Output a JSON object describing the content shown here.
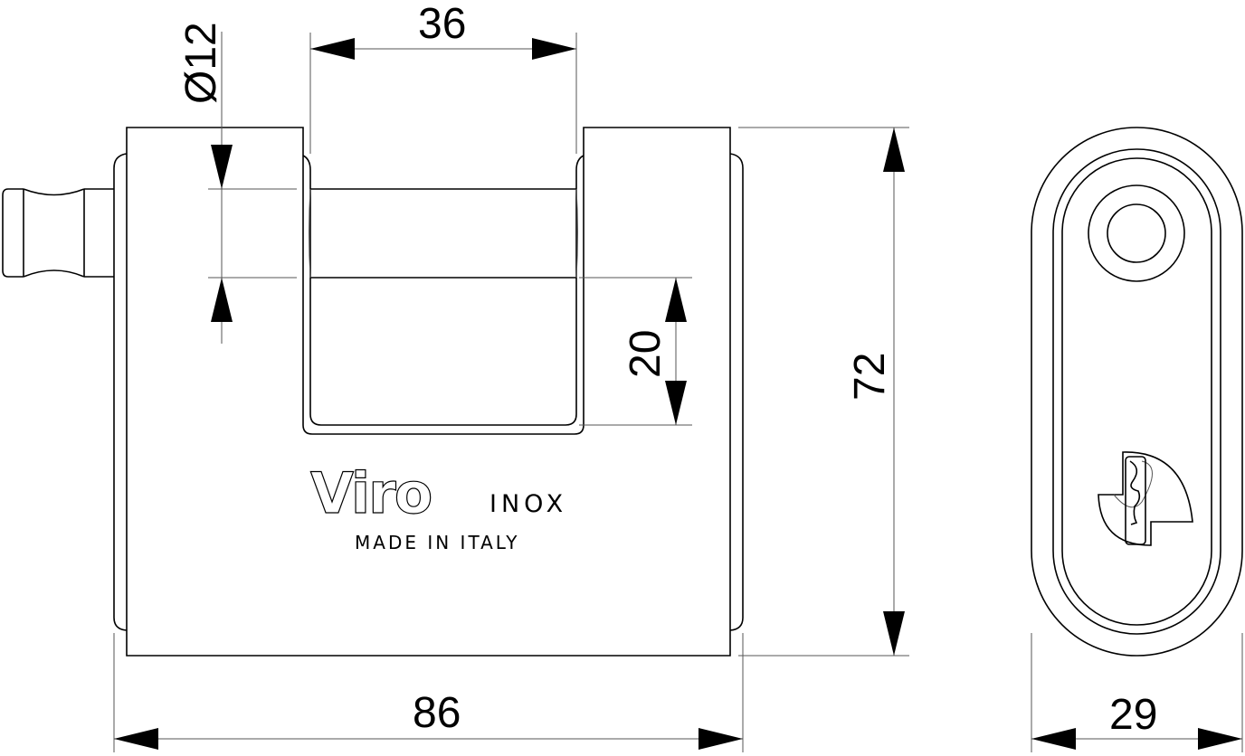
{
  "drawing": {
    "subject": "Padlock technical drawing",
    "front_view": {
      "brand": "Viro",
      "material_label": "INOX",
      "origin_label": "MADE IN ITALY"
    },
    "dimensions": {
      "shackle_diameter": "Ø12",
      "shackle_inner_width": "36",
      "shackle_clearance": "20",
      "body_height": "72",
      "body_width": "86",
      "side_depth": "29"
    },
    "colors": {
      "line": "#000000",
      "dimension_line": "#555555",
      "background": "#ffffff"
    }
  }
}
